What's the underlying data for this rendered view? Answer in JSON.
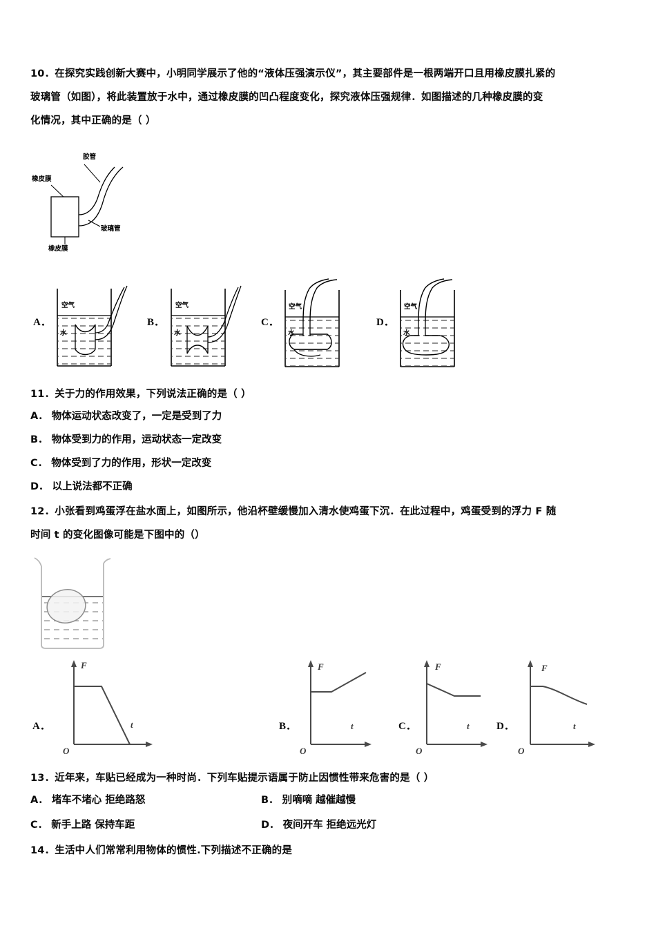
{
  "document": {
    "type": "physics-exam-page",
    "language": "zh-CN"
  },
  "questions": [
    {
      "number": "10",
      "lines": [
        "10．在探究实践创新大赛中，小明同学展示了他的“液体压强演示仪”，其主要部件是一根两端开口且用橡皮膜扎紧的",
        "玻璃管（如图），将此装置放于水中，通过橡皮膜的凹凸程度变化，探究液体压强规律．如图描述的几种橡皮膜的变",
        "化情况，其中正确的是（      ）"
      ],
      "apparatus_labels": {
        "hose": "胶管",
        "membrane_top": "橡皮膜",
        "glass_tube": "玻璃管",
        "membrane_bottom": "橡皮膜"
      },
      "options": [
        {
          "letter": "A．",
          "air_label": "空气",
          "water_label": "水",
          "membrane_state": "both-concave",
          "tube_entry": "side"
        },
        {
          "letter": "B．",
          "air_label": "空气",
          "water_label": "水",
          "membrane_state": "both-convex-inward",
          "tube_entry": "side"
        },
        {
          "letter": "C．",
          "air_label": "空气",
          "water_label": "水",
          "membrane_state": "both-convex-outward",
          "tube_entry": "top"
        },
        {
          "letter": "D．",
          "air_label": "空气",
          "water_label": "水",
          "membrane_state": "both-bulging-rounded",
          "tube_entry": "top"
        }
      ]
    },
    {
      "number": "11",
      "stem": "11．关于力的作用效果，下列说法正确的是（      ）",
      "options": [
        {
          "letter": "A．",
          "text": "物体运动状态改变了，一定是受到了力"
        },
        {
          "letter": "B．",
          "text": "物体受到力的作用，运动状态一定改变"
        },
        {
          "letter": "C．",
          "text": "物体受到了力的作用，形状一定改变"
        },
        {
          "letter": "D．",
          "text": "以上说法都不正确"
        }
      ]
    },
    {
      "number": "12",
      "lines": [
        "12．小张看到鸡蛋浮在盐水面上，如图所示，他沿杯壁缓慢加入清水使鸡蛋下沉．在此过程中，鸡蛋受到的浮力 F 随",
        "时间 t 的变化图像可能是下图中的（）"
      ],
      "beaker_figure": {
        "description": "beaker-with-floating-egg"
      },
      "options": [
        {
          "letter": "A．",
          "ylabel": "F",
          "xlabel": "t",
          "origin": "O",
          "shape": "constant-then-linear-decrease-to-zero"
        },
        {
          "letter": "B．",
          "ylabel": "F",
          "xlabel": "t",
          "origin": "O",
          "shape": "constant-then-linear-increase"
        },
        {
          "letter": "C．",
          "ylabel": "F",
          "xlabel": "t",
          "origin": "O",
          "shape": "linear-decrease-then-constant"
        },
        {
          "letter": "D．",
          "ylabel": "F",
          "xlabel": "t",
          "origin": "O",
          "shape": "constant-then-curved-decrease"
        }
      ]
    },
    {
      "number": "13",
      "stem": "13．近年来，车贴已经成为一种时尚．下列车贴提示语属于防止因惯性带来危害的是（      ）",
      "options": [
        {
          "letter": "A．",
          "text": "堵车不堵心  拒绝路怒"
        },
        {
          "letter": "B．",
          "text": "别嘀嘀  越催越慢"
        },
        {
          "letter": "C．",
          "text": "新手上路  保持车距"
        },
        {
          "letter": "D．",
          "text": "夜间开车  拒绝远光灯"
        }
      ]
    },
    {
      "number": "14",
      "stem": "14．生活中人们常常利用物体的惯性.下列描述不正确的是"
    }
  ],
  "colors": {
    "text": "#0a0a0a",
    "line": "#000000",
    "graph_line": "#3a3a3a",
    "beaker_outline": "#b0b0b0",
    "water_hatch": "#7a7a7a"
  }
}
